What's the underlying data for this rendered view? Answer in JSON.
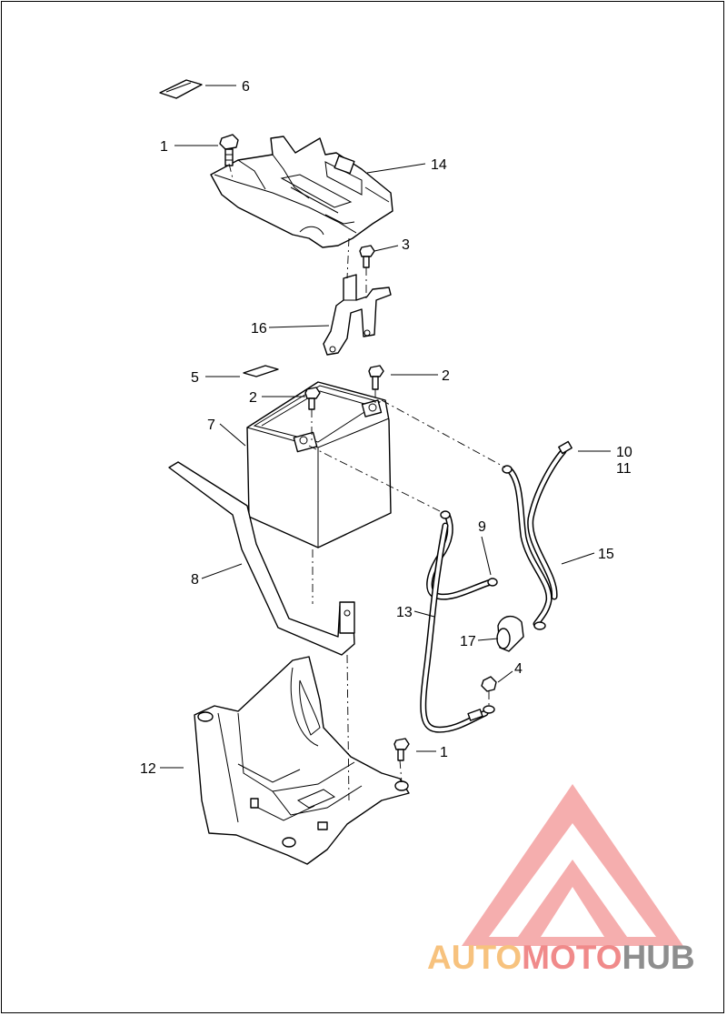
{
  "callouts": {
    "c1a": "1",
    "c1b": "1",
    "c2a": "2",
    "c2b": "2",
    "c3": "3",
    "c4": "4",
    "c5": "5",
    "c6": "6",
    "c7": "7",
    "c8": "8",
    "c9": "9",
    "c10": "10",
    "c11": "11",
    "c12": "12",
    "c13": "13",
    "c14": "14",
    "c15": "15",
    "c16": "16",
    "c17": "17"
  },
  "watermark": {
    "word1": "AUTO",
    "word2": "MOTO",
    "word3": "HUB",
    "colors": {
      "auto": "#f7c27e",
      "moto": "#f08a8a",
      "hub": "#8e8e8e",
      "mark": "#f4a0a0"
    }
  }
}
